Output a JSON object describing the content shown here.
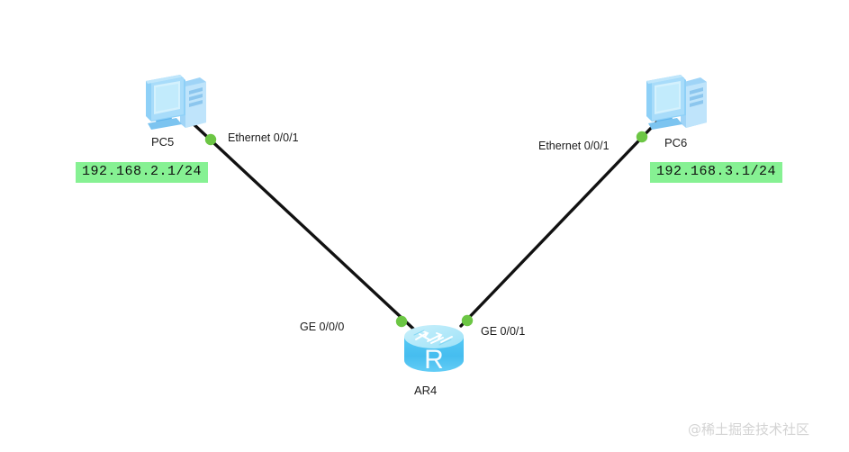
{
  "diagram": {
    "type": "network-topology",
    "background_color": "#ffffff",
    "link_color": "#111111",
    "connector_dot_color": "#6cc644",
    "ip_badge_background": "#86f193",
    "router_body_color": "#4fc3f7",
    "pc_body_color": "#87cefa",
    "watermark_color": "#d3d3d3"
  },
  "nodes": {
    "pc5": {
      "label": "PC5",
      "icon": "desktop-computer-icon",
      "ip": "192.168.2.1/24",
      "interface": "Ethernet 0/0/1"
    },
    "pc6": {
      "label": "PC6",
      "icon": "desktop-computer-icon",
      "ip": "192.168.3.1/24",
      "interface": "Ethernet 0/0/1"
    },
    "router": {
      "label": "AR4",
      "icon": "router-icon",
      "glyph": "R",
      "interface_left": "GE 0/0/0",
      "interface_right": "GE 0/0/1"
    }
  },
  "links": [
    {
      "from": "pc5",
      "to": "router",
      "from_interface": "Ethernet 0/0/1",
      "to_interface": "GE 0/0/0"
    },
    {
      "from": "pc6",
      "to": "router",
      "from_interface": "Ethernet 0/0/1",
      "to_interface": "GE 0/0/1"
    }
  ],
  "watermark": {
    "text": "@稀土掘金技术社区"
  }
}
